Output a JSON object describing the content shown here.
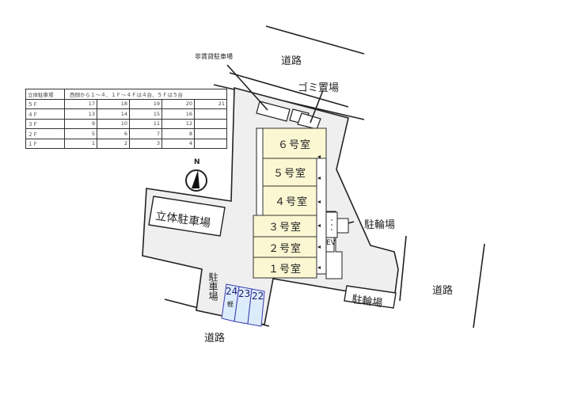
{
  "colors": {
    "site_fill": "#efefef",
    "room_fill": "#fbf7d2",
    "parking_space_fill": "#dcecfb",
    "parking_space_border": "#3a3ab0",
    "line": "#222222"
  },
  "labels": {
    "road_north": "道路",
    "road_east": "道路",
    "road_south": "道路",
    "non_rental_parking": "非賃貸駐車場",
    "garbage_area": "ゴミ置場",
    "multilevel_parking": "立体駐車場",
    "bicycle_parking_east": "駐輪場",
    "bicycle_parking_south": "駐輪場",
    "parking": "駐車場",
    "elevator": "EV",
    "north_marker": "N"
  },
  "rooms": [
    {
      "label": "６号室"
    },
    {
      "label": "５号室"
    },
    {
      "label": "４号室"
    },
    {
      "label": "３号室"
    },
    {
      "label": "２号室"
    },
    {
      "label": "１号室"
    }
  ],
  "parking_spaces": [
    {
      "number": "24",
      "note": "軽"
    },
    {
      "number": "23",
      "note": ""
    },
    {
      "number": "22",
      "note": ""
    }
  ],
  "parking_table": {
    "header": "立体駐車場",
    "note": "西側から１～４、１Ｆ～４Ｆは４台、５Ｆは５台",
    "rows": [
      {
        "floor": "５Ｆ",
        "slots": [
          "17",
          "18",
          "19",
          "20",
          "21"
        ]
      },
      {
        "floor": "４Ｆ",
        "slots": [
          "13",
          "14",
          "15",
          "16",
          ""
        ]
      },
      {
        "floor": "３Ｆ",
        "slots": [
          "9",
          "10",
          "11",
          "12",
          ""
        ]
      },
      {
        "floor": "２Ｆ",
        "slots": [
          "5",
          "6",
          "7",
          "8",
          ""
        ]
      },
      {
        "floor": "１Ｆ",
        "slots": [
          "1",
          "2",
          "3",
          "4",
          ""
        ]
      }
    ]
  }
}
